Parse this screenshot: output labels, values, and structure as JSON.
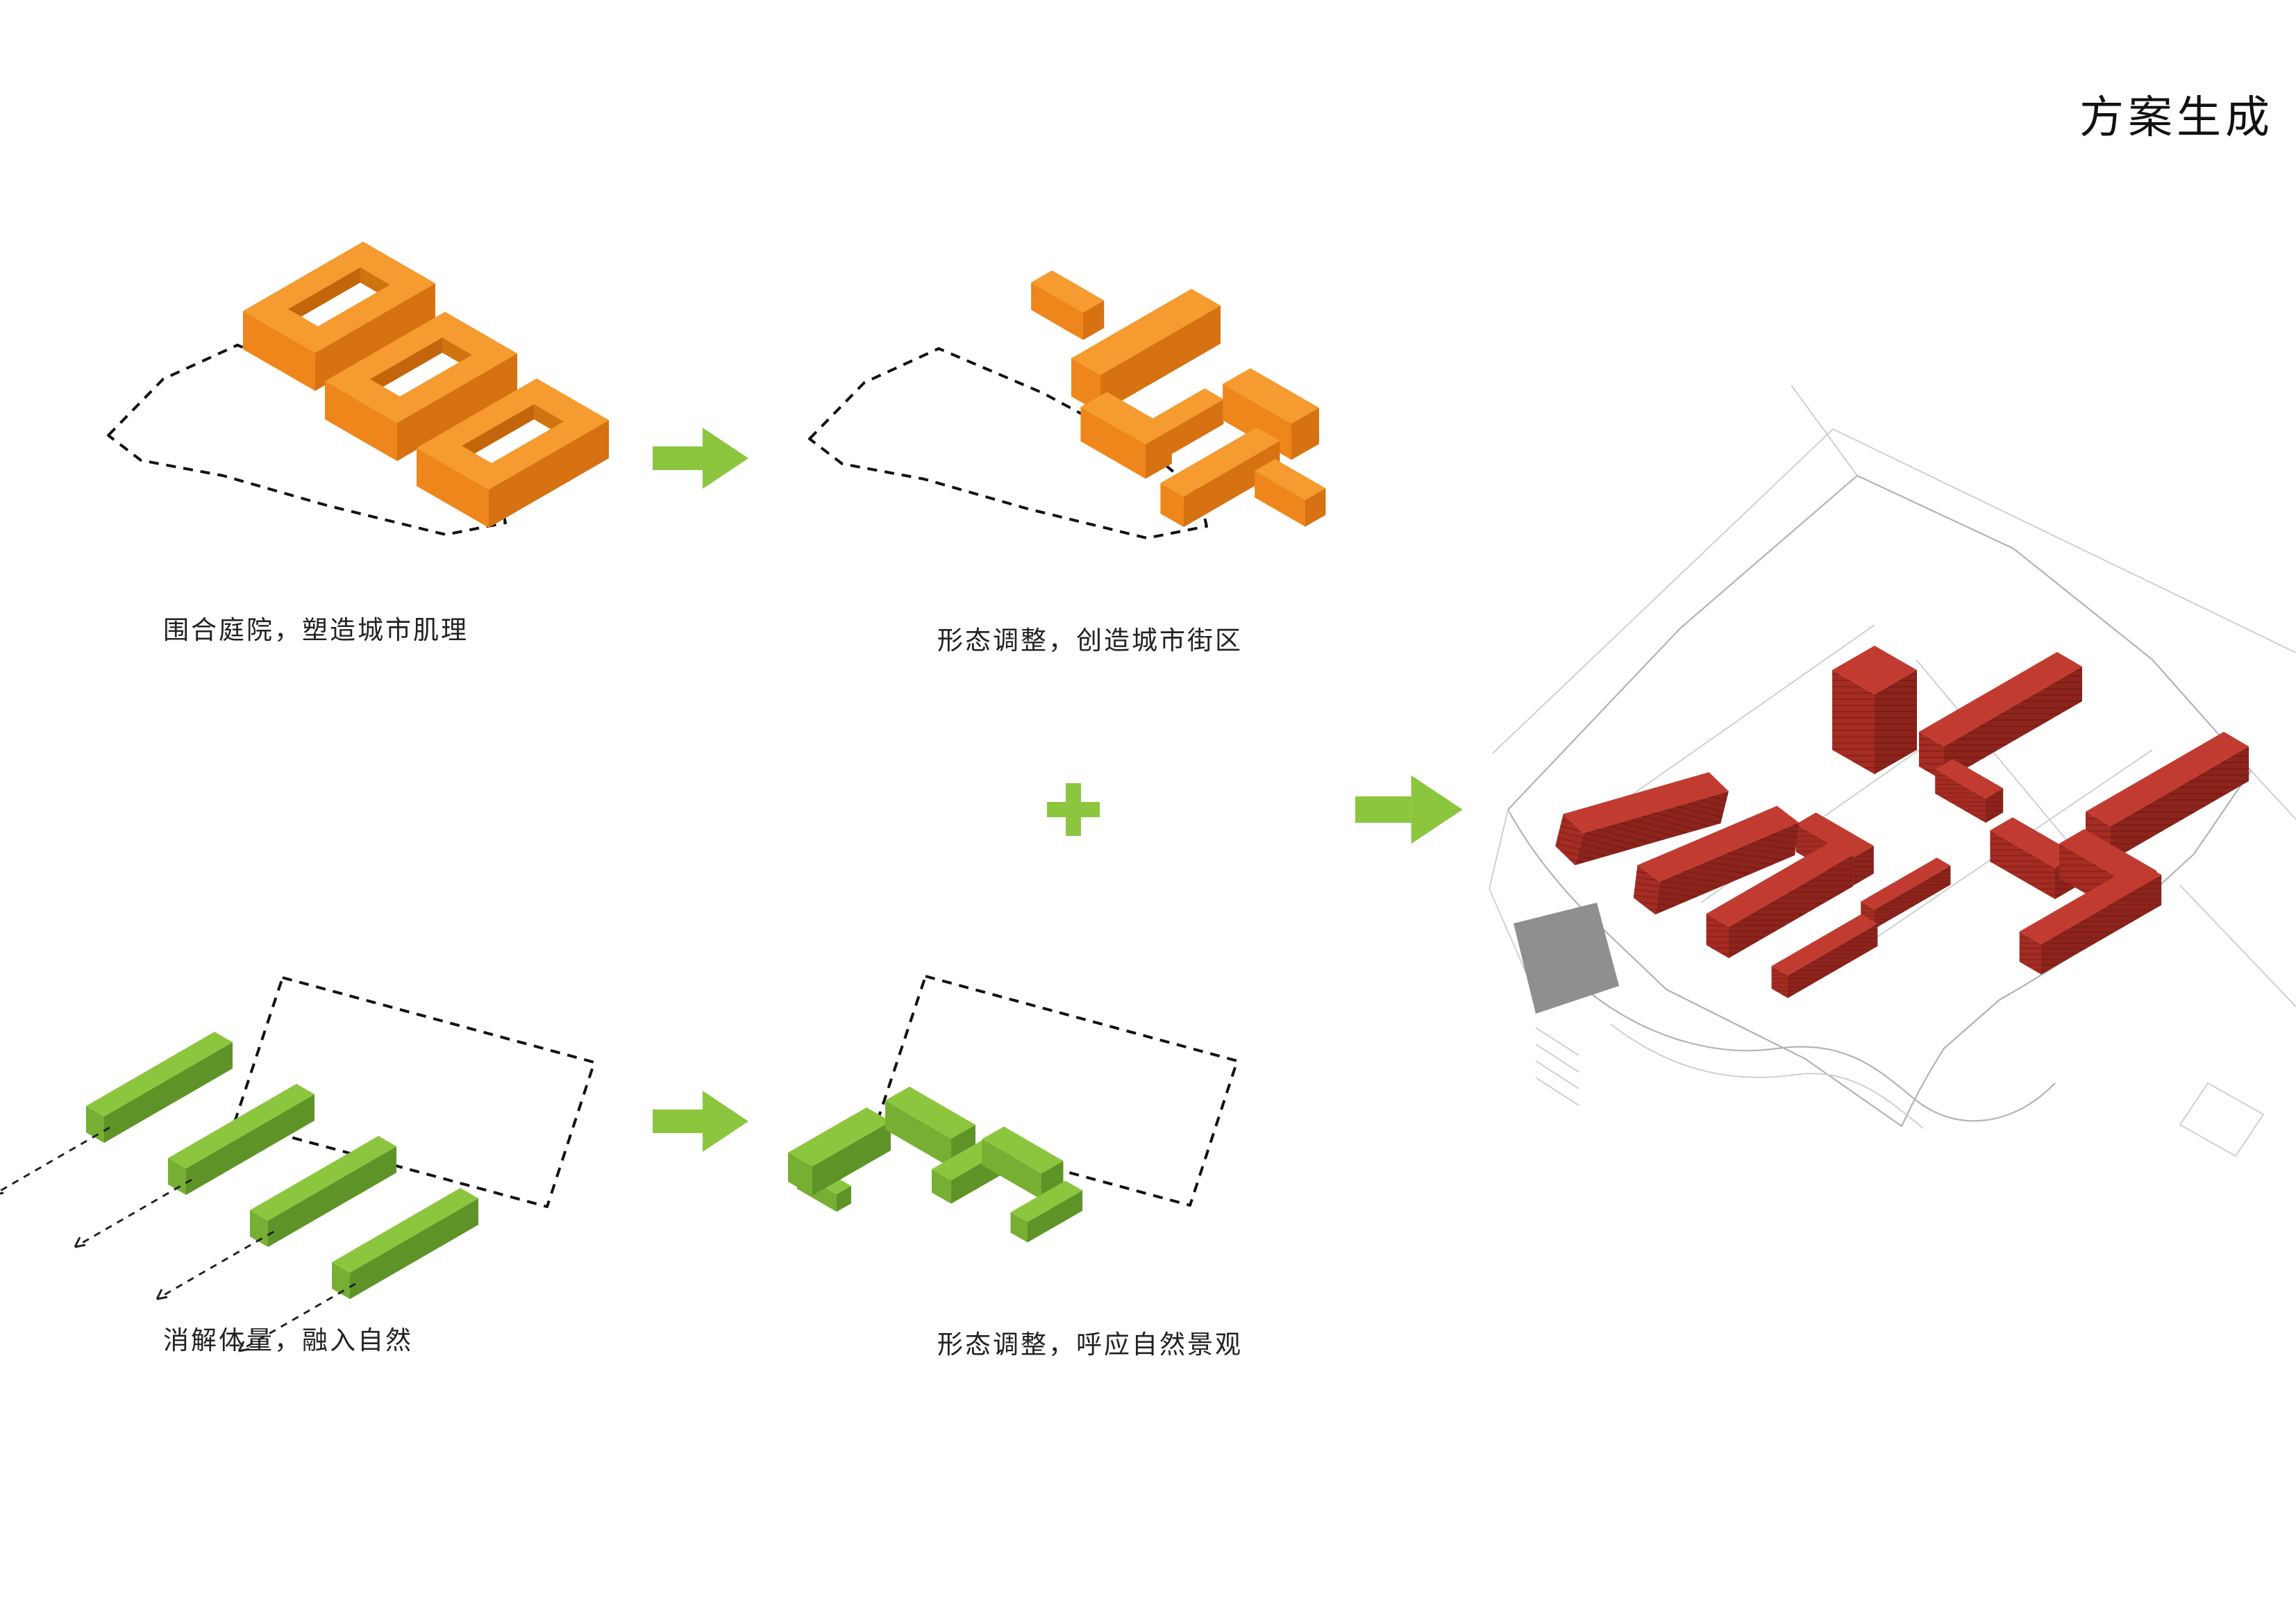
{
  "page": {
    "title": "方案生成",
    "background": "#ffffff"
  },
  "steps": {
    "top_left": {
      "caption": "围合庭院，塑造城市肌理",
      "block_color": "#F59B2F"
    },
    "top_middle": {
      "caption": "形态调整，创造城市街区",
      "block_color": "#F59B2F"
    },
    "bottom_left": {
      "caption": "消解体量，融入自然",
      "block_color": "#8CC63E"
    },
    "bottom_middle": {
      "caption": "形态调整，呼应自然景观",
      "block_color": "#8CC63E"
    }
  },
  "result": {
    "model_color": "#C23B31",
    "context_line_color": "#b3b3b3"
  },
  "operators": {
    "plus": "+",
    "arrow_color": "#8CC63E"
  },
  "colors": {
    "orange_top": "#F59B2F",
    "orange_left": "#EE861C",
    "orange_right": "#D67211",
    "green_top": "#8CC63E",
    "green_left": "#76AF33",
    "green_right": "#5E9427",
    "red_top": "#C23B31",
    "red_left": "#A42C23",
    "red_right": "#8C241C",
    "outline": "#111111",
    "context": "#b3b3b3",
    "text": "#222222"
  }
}
